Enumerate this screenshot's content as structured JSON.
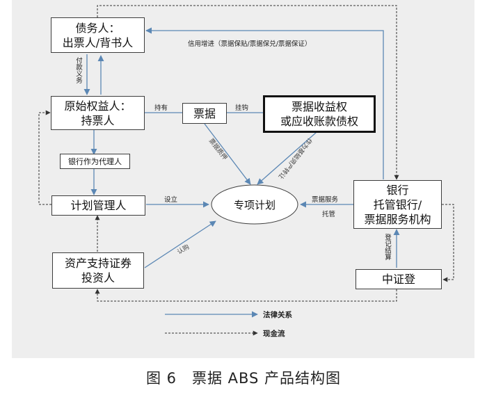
{
  "nodes": {
    "debtor": "债务人：\n出票人/背书人",
    "original_owner": "原始权益人：\n持票人",
    "bill": "票据",
    "bill_rights": "票据收益权\n或应收账款债权",
    "bank_agent": "银行作为代理人",
    "plan_manager": "计划管理人",
    "special_plan": "专项计划",
    "bank": "银行\n托管银行/\n票据服务机构",
    "investor": "资产支持证券\n投资人",
    "csdc": "中证登"
  },
  "edge_labels": {
    "credit_enhancement": "信用增进（票据保贴/票据保兑/票据保证）",
    "payment_obligation": "付款义务",
    "holding": "持有",
    "linked": "挂钩",
    "pledge": "票据质押",
    "underlying_asset": "作为基础资产转让",
    "establish": "设立",
    "bill_service": "票据服务",
    "custody": "托管",
    "subscribe": "认购",
    "registration_settlement": "登记结算"
  },
  "legend": {
    "legal": "法律关系",
    "cash": "现金流"
  },
  "colors": {
    "legal_line": "#5b87b4",
    "cash_line": "#333333"
  },
  "caption": "图 6　票据 ABS 产品结构图"
}
